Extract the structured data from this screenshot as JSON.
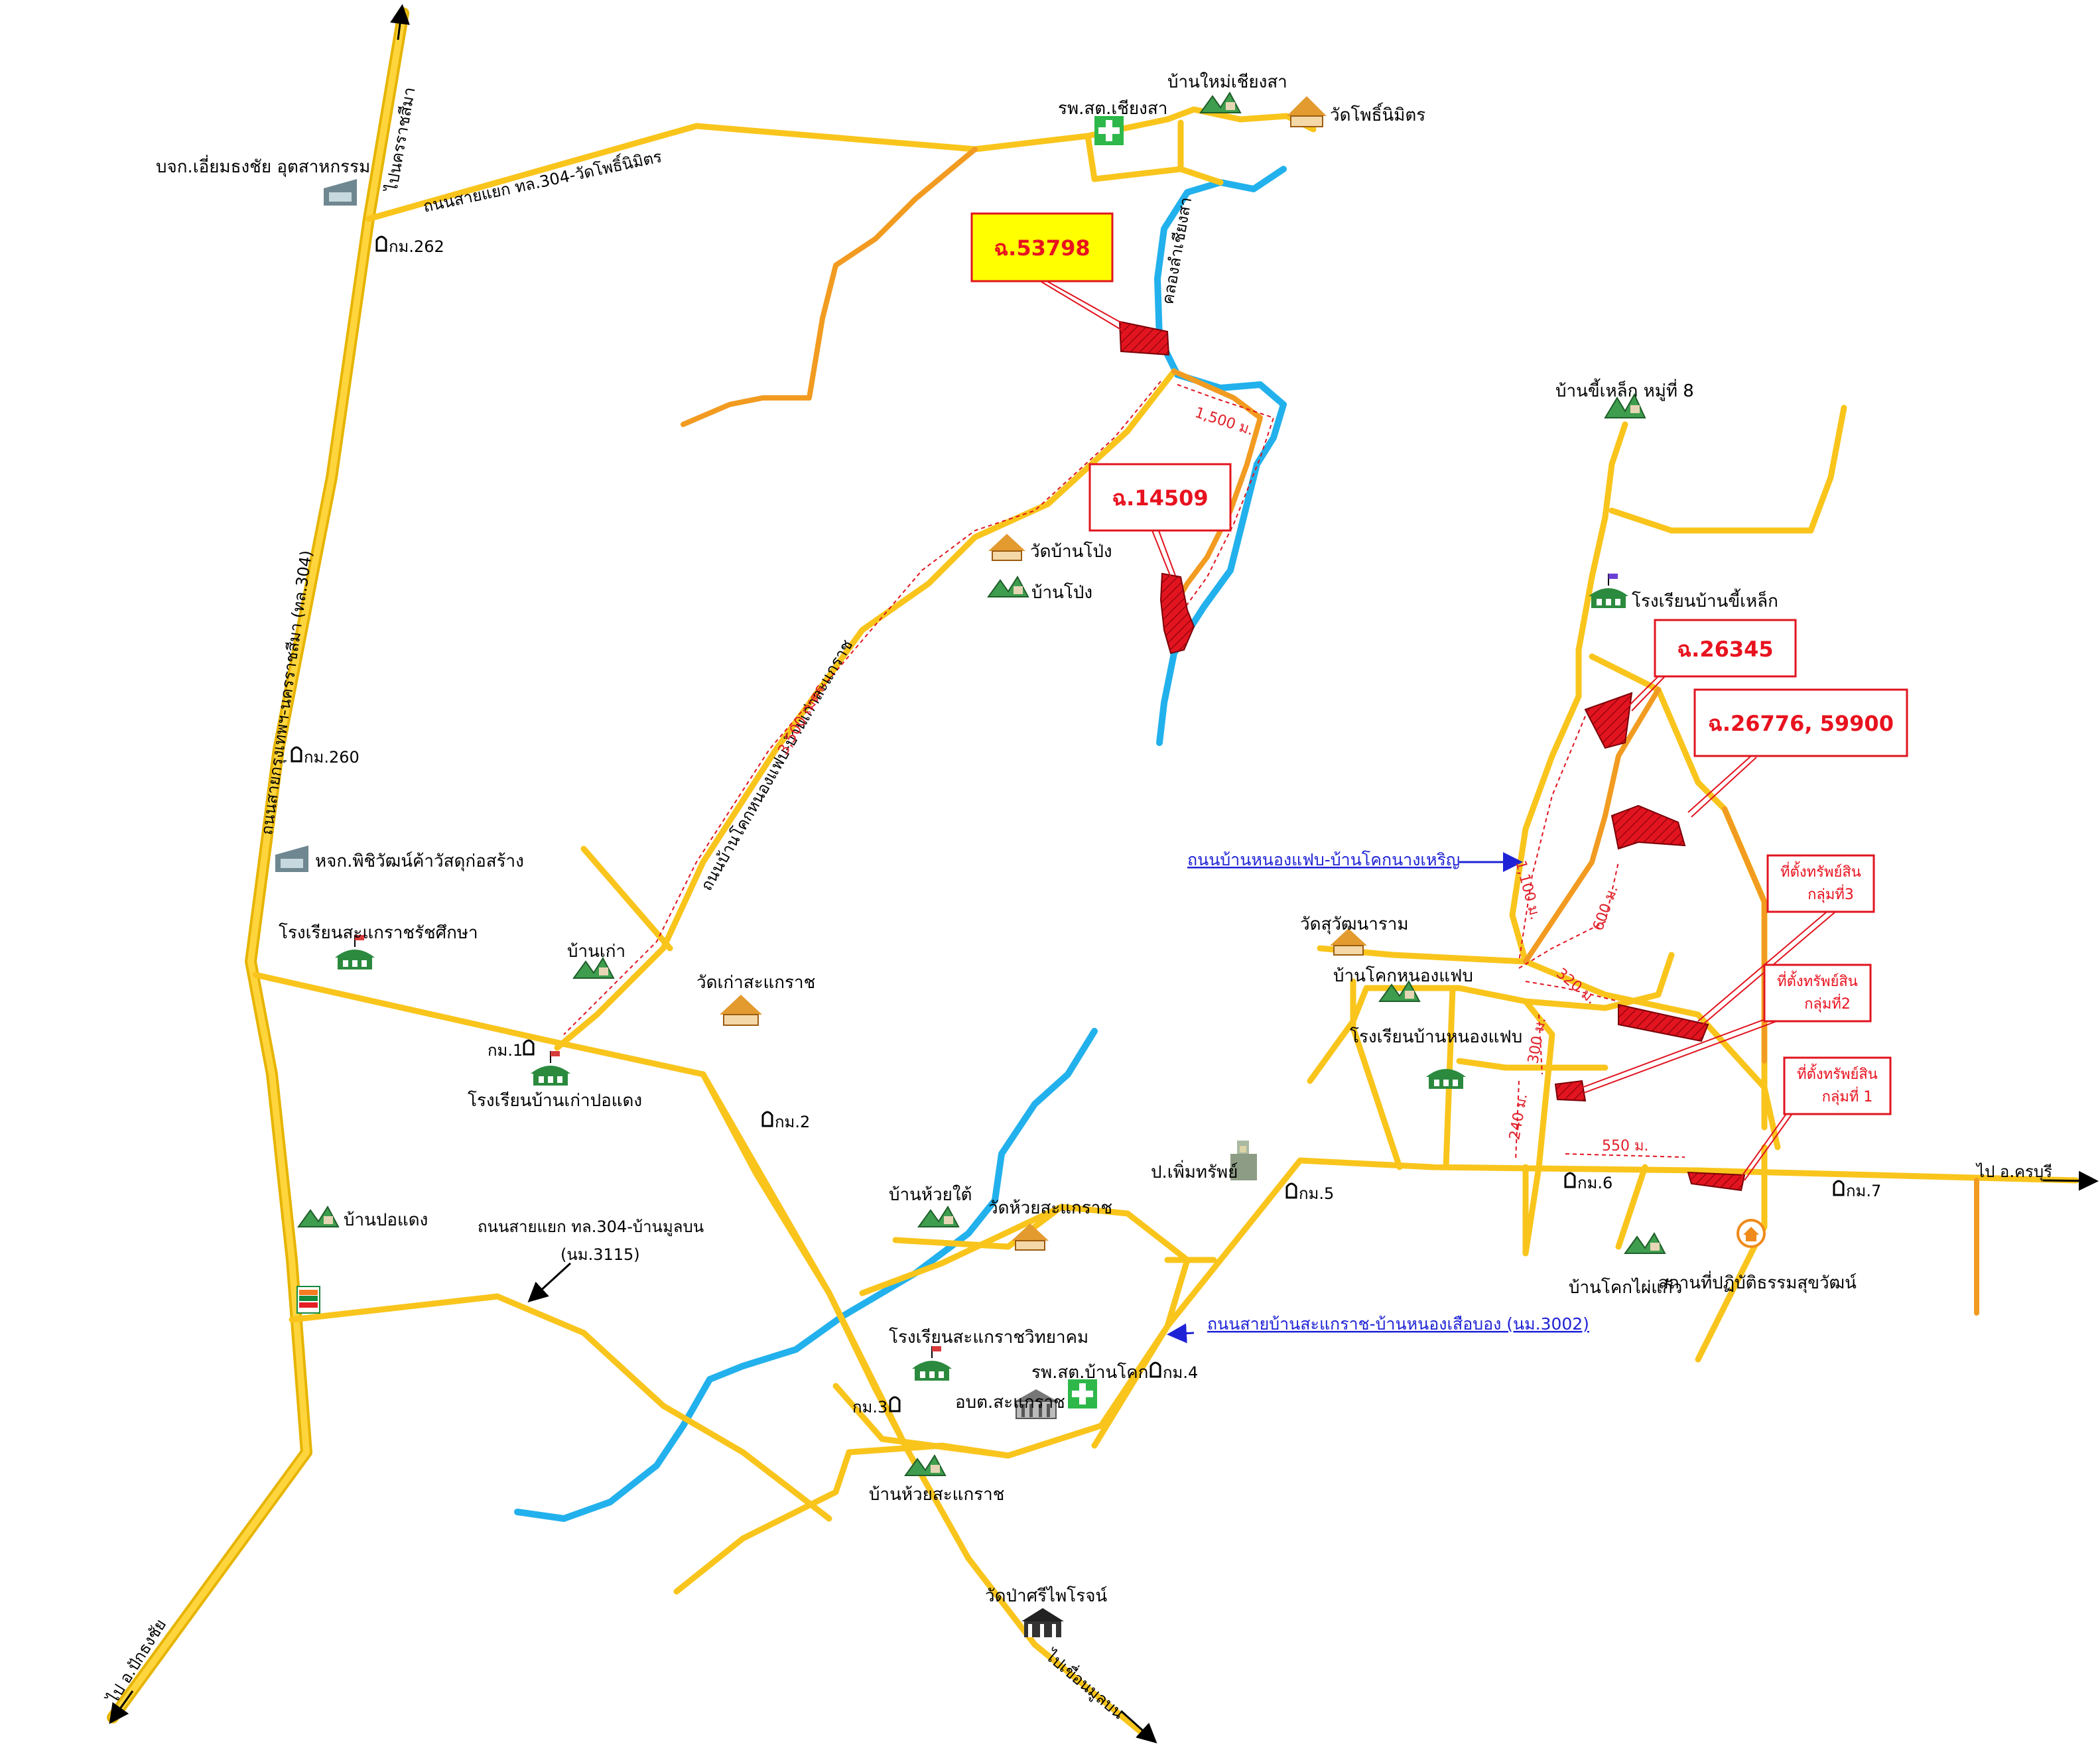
{
  "colors": {
    "road": "#f9c51c",
    "main_road": "#f6c815",
    "orange_road": "#f29b21",
    "river": "#22b1ec",
    "parcel": "#e1141f",
    "box_border": "#e1141f",
    "highlight_fill": "#ffff00",
    "blue_text": "#1f23d6"
  },
  "boxes": {
    "box_53798": "ฉ.53798",
    "box_14509": "ฉ.14509",
    "box_26345": "ฉ.26345",
    "box_26776": "ฉ.26776, 59900",
    "group3_l1": "ที่ตั้งทรัพย์สิน",
    "group3_l2": "กลุ่มที่3",
    "group2_l1": "ที่ตั้งทรัพย์สิน",
    "group2_l2": "กลุ่มที่2",
    "group1_l1": "ที่ตั้งทรัพย์สิน",
    "group1_l2": "กลุ่มที่ 1"
  },
  "places": {
    "ban_mai_chiang_sa": "บ้านใหม่เชียงสา",
    "rps_chiang_sa": "รพ.สต.เชียงสา",
    "wat_pho_nimit": "วัดโพธิ์นิมิตร",
    "eiam_thongchai": "บจก.เอี่ยมธงชัย อุตสาหกรรม",
    "ban_khi_lek": "บ้านขี้เหล็ก หมู่ที่ 8",
    "wat_ban_pong": "วัดบ้านโป่ง",
    "ban_pong": "บ้านโป่ง",
    "school_khi_lek": "โรงเรียนบ้านขี้เหล็ก",
    "phiphat": "หจก.พิชิวัฒน์ค้าวัสดุก่อสร้าง",
    "school_sakaerat_ratchasuksa": "โรงเรียนสะแกราชรัชศึกษา",
    "ban_kao": "บ้านเก่า",
    "wat_kao_sakaerat": "วัดเก่าสะแกราช",
    "wat_suwannaram": "วัดสุวัฒนาราม",
    "ban_khok_nong_faep": "บ้านโคกหนองแฟบ",
    "school_nong_faep": "โรงเรียนบ้านหนองแฟบ",
    "school_kao_po_daeng": "โรงเรียนบ้านเก่าปอแดง",
    "ban_huai_tai": "บ้านห้วยใต้",
    "wat_huai_sakaerat": "วัดห้วยสะแกราช",
    "ban_po_daeng": "บ้านปอแดง",
    "pump": "ป.เพิ่มทรัพย์",
    "school_sakaerat_witthayakhom": "โรงเรียนสะแกราชวิทยาคม",
    "rps_ban_khok": "รพ.สต.บ้านโคก",
    "obt": "อบต.สะแกราช",
    "ban_huai_sakaerat": "บ้านห้วยสะแกราช",
    "wat_pa_sri": "วัดป่าศรีไพโรจน์",
    "ban_khok_phai_kaeo": "บ้านโคกไผ่แก้ว",
    "practice_center": "สถานที่ปฏิบัติธรรมสุขวัฒน์"
  },
  "km_markers": {
    "km262": "กม.262",
    "km260": "กม.260",
    "km1": "กม.1",
    "km2": "กม.2",
    "km3": "กม.3",
    "km4": "กม.4",
    "km5": "กม.5",
    "km6": "กม.6",
    "km7": "กม.7"
  },
  "roads": {
    "to_korat": "ไปนครราชสีมา",
    "hwy_304": "ถนนสายกรุงเทพฯ-นครราชสีมา (ทล.304)",
    "to_pak_thong_chai": "ไป อ.ปักธงชัย",
    "road_wat_pho": "ถนนสายแยก ทล.304-วัดโพธิ์นิมิตร",
    "road_mun_bon": "ถนนสายแยก ทล.304-บ้านมูลบน",
    "road_mun_bon_code": "(นม.3115)",
    "road_kao_sakaerat": "ถนนบ้านโคกหนองแฟบ-บ้านเก่าสะแกราช",
    "khlong": "คลองลำเชียงสา",
    "to_khon_buri": "ไป อ.ครบุรี",
    "to_mun_bon_dam": "ไปเขื่อนมูลบน",
    "road_nong_faep_blue": "ถนนบ้านหนองแฟบ-บ้านโคกนางเหริญ",
    "road_3002_blue": "ถนนสายบ้านสะแกราช-บ้านหนองเสือบอง (นม.3002)"
  },
  "distances": {
    "d1500": "1,500 ม.",
    "d3500": "3,500 เมตร",
    "d1100": "1,100 ม.",
    "d600": "600 ม.",
    "d320": "320 ม.",
    "d300": "300 ม.",
    "d240": "240 ม.",
    "d550": "550 ม."
  }
}
